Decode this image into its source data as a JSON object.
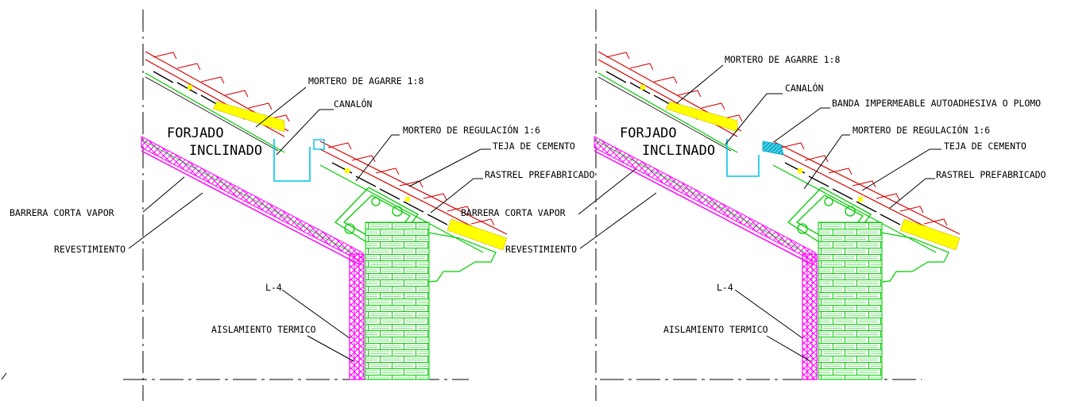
{
  "colors": {
    "background": "#ffffff",
    "tile": "#d40000",
    "mortar": "#ffff00",
    "gutter": "#00c8e6",
    "waterproof_band": "#40d0e8",
    "insulation": "#ff00ff",
    "masonry": "#00cc00",
    "leader": "#000000"
  },
  "left_detail": {
    "labels": {
      "mortero_agarre": "MORTERO DE AGARRE 1:8",
      "canalon": "CANALÓN",
      "forjado_1": "FORJADO",
      "forjado_2": "INCLINADO",
      "mortero_regulacion": "MORTERO DE REGULACIÓN  1:6",
      "teja_cemento": "TEJA DE CEMENTO",
      "rastrel": "RASTREL PREFABRICADO",
      "barrera_izq": "BARRERA  CORTA  VAPOR",
      "barrera_der": "BARRERA  CORTA  VAPOR",
      "revestimiento": "REVESTIMIENTO",
      "l4": "L-4",
      "aislamiento": "AISLAMIENTO TERMICO"
    }
  },
  "right_detail": {
    "labels": {
      "mortero_agarre": "MORTERO DE AGARRE 1:8",
      "canalon": "CANALÓN",
      "banda": "BANDA IMPERMEABLE AUTOADHESIVA O PLOMO",
      "forjado_1": "FORJADO",
      "forjado_2": "INCLINADO",
      "mortero_regulacion": "MORTERO DE REGULACIÓN  1:6",
      "teja_cemento": "TEJA DE CEMENTO",
      "rastrel": "RASTREL PREFABRICADO",
      "revestimiento": "REVESTIMIENTO",
      "l4": "L-4",
      "aislamiento": "AISLAMIENTO TERMICO"
    }
  }
}
